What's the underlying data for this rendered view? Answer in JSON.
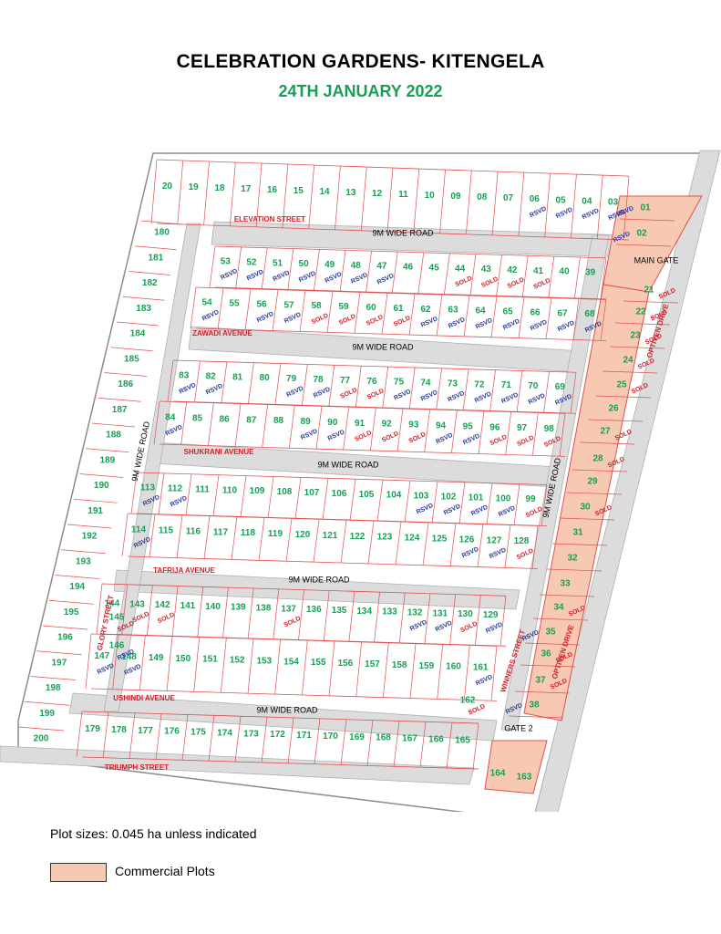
{
  "title": "CELEBRATION GARDENS- KITENGELA",
  "date": "24TH JANUARY 2022",
  "legend": {
    "plot_sizes": "Plot sizes: 0.045 ha unless indicated",
    "commercial": "Commercial Plots",
    "commercial_color": "#f7c9b2"
  },
  "colors": {
    "plot_number": "#17a055",
    "road_name": "#d0202a",
    "sold": "#d0202a",
    "rsvd": "#2b3a9a",
    "boundary": "#e05050",
    "road": "#dcdcdc"
  },
  "labels": {
    "road_1": "9M WIDE ROAD",
    "road_2": "9M WIDE ROAD",
    "road_3": "9M WIDE ROAD",
    "road_4": "9M WIDE ROAD",
    "road_5": "9M WIDE ROAD",
    "road_left": "9M WIDE ROAD",
    "road_right": "9M WIDE ROAD",
    "elevation": "ELEVATION STREET",
    "zawadi": "ZAWADI AVENUE",
    "shukrani": "SHUKRANI AVENUE",
    "tafrija": "TAFRIJA AVENUE",
    "ushindi": "USHINDI AVENUE",
    "triumph": "TRIUMPH STREET",
    "glory": "GLORY STREET",
    "winners": "WINNERS STREET",
    "optiven_top": "OPTIVEN DRIVE",
    "optiven_bottom": "OPTIVEN DRIVE",
    "main_gate": "MAIN GATE",
    "gate2": "GATE 2"
  },
  "rows": {
    "r1": [
      "20",
      "19",
      "18",
      "17",
      "16",
      "15",
      "14",
      "13",
      "12",
      "11",
      "10",
      "09",
      "08",
      "07",
      "06",
      "05",
      "04",
      "03"
    ],
    "r2": [
      "53",
      "52",
      "51",
      "50",
      "49",
      "48",
      "47",
      "46",
      "45",
      "44",
      "43",
      "42",
      "41",
      "40",
      "39"
    ],
    "r3": [
      "54",
      "55",
      "56",
      "57",
      "58",
      "59",
      "60",
      "61",
      "62",
      "63",
      "64",
      "65",
      "66",
      "67",
      "68"
    ],
    "r4": [
      "83",
      "82",
      "81",
      "80",
      "79",
      "78",
      "77",
      "76",
      "75",
      "74",
      "73",
      "72",
      "71",
      "70",
      "69"
    ],
    "r5": [
      "84",
      "85",
      "86",
      "87",
      "88",
      "89",
      "90",
      "91",
      "92",
      "93",
      "94",
      "95",
      "96",
      "97",
      "98"
    ],
    "r6": [
      "113",
      "112",
      "111",
      "110",
      "109",
      "108",
      "107",
      "106",
      "105",
      "104",
      "103",
      "102",
      "101",
      "100",
      "99"
    ],
    "r7": [
      "114",
      "115",
      "116",
      "117",
      "118",
      "119",
      "120",
      "121",
      "122",
      "123",
      "124",
      "125",
      "126",
      "127",
      "128"
    ],
    "r8": [
      "144",
      "143",
      "142",
      "141",
      "140",
      "139",
      "138",
      "137",
      "136",
      "135",
      "134",
      "133",
      "132",
      "131",
      "130",
      "129"
    ],
    "r9": [
      "147",
      "148",
      "149",
      "150",
      "151",
      "152",
      "153",
      "154",
      "155",
      "156",
      "157",
      "158",
      "159",
      "160",
      "161"
    ],
    "r10": [
      "179",
      "178",
      "177",
      "176",
      "175",
      "174",
      "173",
      "172",
      "171",
      "170",
      "169",
      "168",
      "167",
      "166",
      "165"
    ],
    "left": [
      "180",
      "181",
      "182",
      "183",
      "184",
      "185",
      "186",
      "187",
      "188",
      "189",
      "190",
      "191",
      "192",
      "193",
      "194",
      "195",
      "196",
      "197",
      "198",
      "199",
      "200"
    ],
    "commercial": [
      "01",
      "02",
      "21",
      "22",
      "23",
      "24",
      "25",
      "26",
      "27",
      "28",
      "29",
      "30",
      "31",
      "32",
      "33",
      "34",
      "35",
      "36",
      "37",
      "38"
    ],
    "bottom_extra": [
      "164",
      "163",
      "145",
      "146",
      "162"
    ]
  },
  "sold": [
    "44",
    "43",
    "42",
    "41",
    "58",
    "59",
    "60",
    "61",
    "76",
    "77",
    "91",
    "92",
    "93",
    "96",
    "97",
    "98",
    "99",
    "128",
    "130",
    "137",
    "142",
    "143",
    "145",
    "162",
    "21",
    "22",
    "23",
    "24",
    "25",
    "27",
    "28",
    "30",
    "34",
    "36",
    "37"
  ],
  "rsvd": [
    "03",
    "04",
    "05",
    "06",
    "47",
    "48",
    "49",
    "50",
    "51",
    "52",
    "53",
    "54",
    "56",
    "57",
    "62",
    "63",
    "64",
    "65",
    "66",
    "67",
    "68",
    "69",
    "70",
    "71",
    "72",
    "73",
    "74",
    "75",
    "78",
    "79",
    "82",
    "83",
    "84",
    "89",
    "90",
    "94",
    "95",
    "100",
    "101",
    "102",
    "103",
    "112",
    "113",
    "114",
    "126",
    "127",
    "129",
    "131",
    "132",
    "146",
    "147",
    "148",
    "161",
    "01",
    "02",
    "35",
    "38"
  ]
}
